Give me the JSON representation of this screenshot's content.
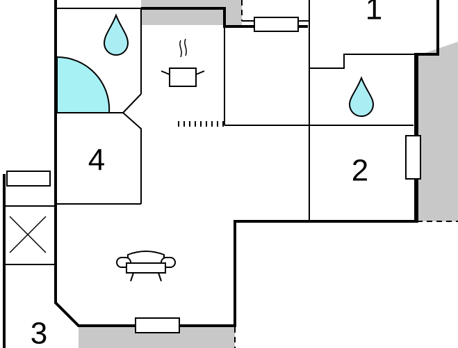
{
  "colors": {
    "background": "#ffffff",
    "wall": "#000000",
    "shaded_area": "#c8c8c8",
    "water_drop": "#aaeef4",
    "door_swing": "#a7f0f4"
  },
  "rooms": [
    {
      "number": "1"
    },
    {
      "number": "2"
    },
    {
      "number": "3"
    },
    {
      "number": "4"
    }
  ],
  "icons": [
    "water-drop-icon",
    "water-drop-icon",
    "cooking-pot-icon",
    "sofa-icon",
    "door-swing-icon",
    "stair-cross-icon"
  ]
}
